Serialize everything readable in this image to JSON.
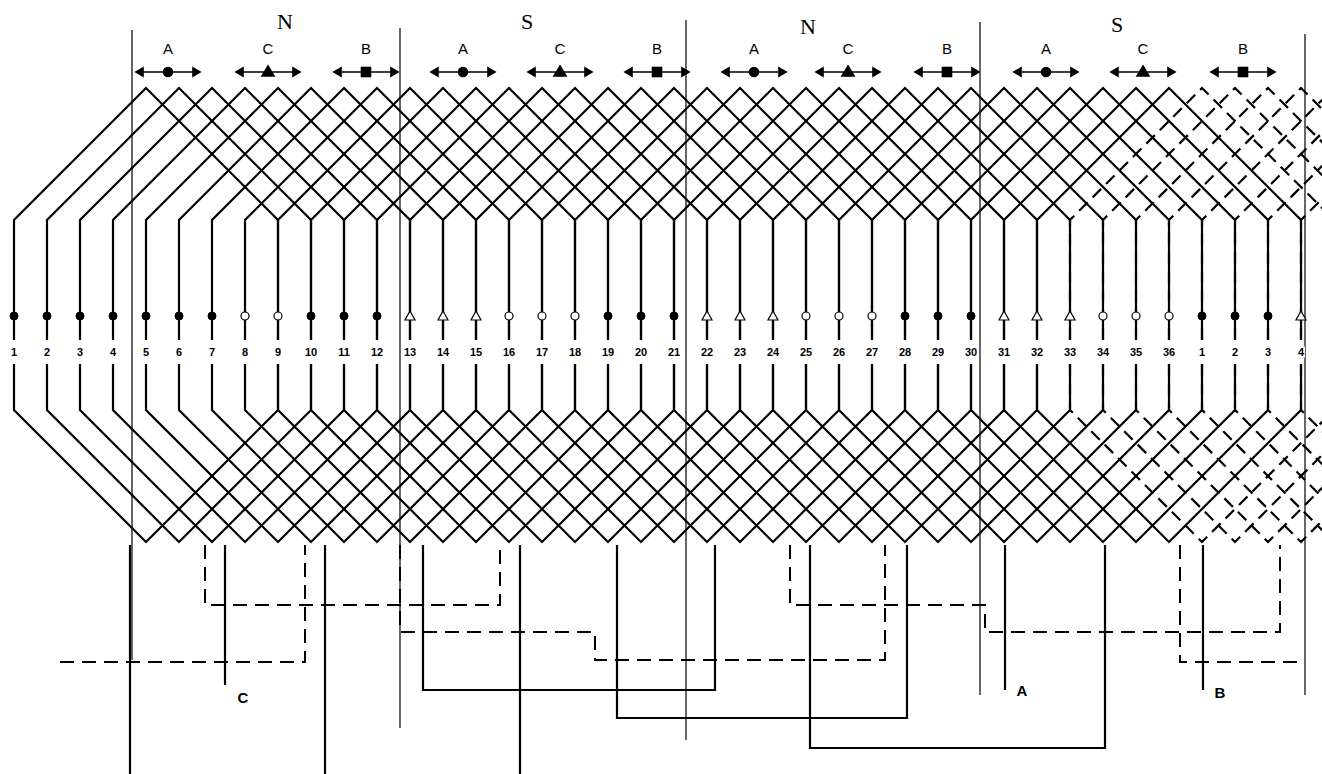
{
  "diagram": {
    "labels": [
      "N",
      "S",
      "N",
      "S",
      "A",
      "C",
      "B",
      "A",
      "C",
      "B",
      "A",
      "C",
      "B",
      "A",
      "C",
      "B",
      "1",
      "2",
      "3",
      "4",
      "5",
      "6",
      "7",
      "8",
      "9",
      "10",
      "11",
      "12",
      "13",
      "14",
      "15",
      "16",
      "17",
      "18",
      "19",
      "20",
      "21",
      "22",
      "23",
      "24",
      "25",
      "26",
      "27",
      "28",
      "29",
      "30",
      "31",
      "32",
      "33",
      "34",
      "35",
      "36",
      "1",
      "2",
      "3",
      "4",
      "C",
      "A",
      "B"
    ]
  }
}
